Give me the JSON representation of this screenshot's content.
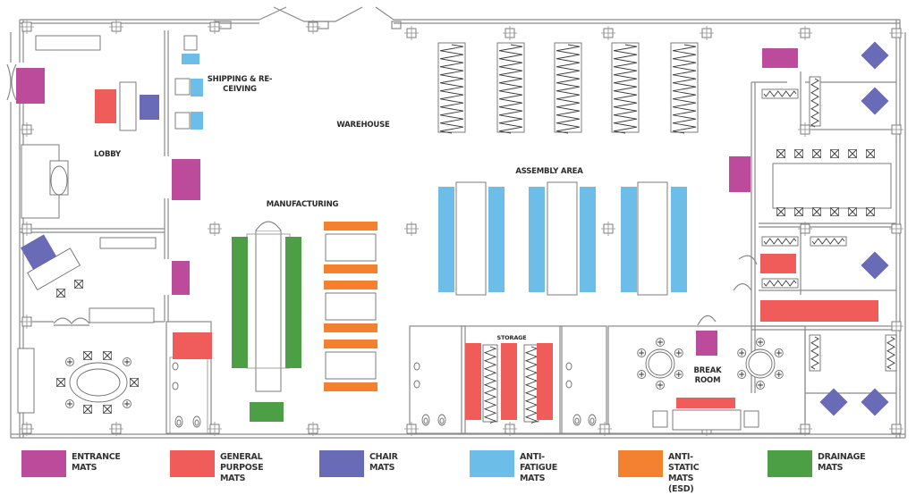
{
  "diagram": {
    "type": "floor-plan",
    "colors": {
      "entrance": "#bc4b9c",
      "general_purpose": "#ef5c5a",
      "chair": "#6a6bb6",
      "anti_fatigue": "#6cbde8",
      "anti_static": "#f3812f",
      "drainage": "#4d9f45",
      "wall": "#8a8a8a"
    },
    "rooms": [
      {
        "id": "lobby",
        "label": "LOBBY"
      },
      {
        "id": "shipping",
        "label": "SHIPPING & RE-\nCEIVING"
      },
      {
        "id": "warehouse",
        "label": "WAREHOUSE"
      },
      {
        "id": "manufacturing",
        "label": "MANUFACTURING"
      },
      {
        "id": "assembly",
        "label": "ASSEMBLY AREA"
      },
      {
        "id": "storage",
        "label": "STORAGE"
      },
      {
        "id": "breakroom",
        "label": "BREAK\nROOM"
      }
    ],
    "mats": [
      {
        "type": "entrance",
        "room": "lobby-entry"
      },
      {
        "type": "general_purpose",
        "room": "lobby-reception"
      },
      {
        "type": "chair",
        "room": "lobby-reception"
      },
      {
        "type": "anti_fatigue",
        "room": "shipping"
      },
      {
        "type": "anti_fatigue",
        "room": "shipping"
      },
      {
        "type": "anti_fatigue",
        "room": "shipping"
      },
      {
        "type": "entrance",
        "room": "lobby-manufacturing-door"
      },
      {
        "type": "entrance",
        "room": "office-manufacturing-door"
      },
      {
        "type": "general_purpose",
        "room": "restroom-corridor"
      },
      {
        "type": "chair",
        "room": "office"
      },
      {
        "type": "drainage",
        "room": "manufacturing"
      },
      {
        "type": "drainage",
        "room": "manufacturing"
      },
      {
        "type": "drainage",
        "room": "manufacturing"
      },
      {
        "type": "anti_static",
        "room": "manufacturing"
      },
      {
        "type": "anti_fatigue",
        "room": "assembly"
      },
      {
        "type": "general_purpose",
        "room": "storage"
      },
      {
        "type": "entrance",
        "room": "breakroom"
      },
      {
        "type": "general_purpose",
        "room": "breakroom"
      },
      {
        "type": "entrance",
        "room": "east-office"
      },
      {
        "type": "entrance",
        "room": "conference"
      },
      {
        "type": "chair",
        "room": "east-offices"
      },
      {
        "type": "general_purpose",
        "room": "east-corridor"
      }
    ]
  },
  "legend": [
    {
      "key": "entrance",
      "label": "ENTRANCE MATS"
    },
    {
      "key": "general_purpose",
      "label": "GENERAL\nPURPOSE MATS"
    },
    {
      "key": "chair",
      "label": "CHAIR MATS"
    },
    {
      "key": "anti_fatigue",
      "label": "ANTI-FATIGUE\nMATS"
    },
    {
      "key": "anti_static",
      "label": "ANTI-STATIC\nMATS (ESD)"
    },
    {
      "key": "drainage",
      "label": "DRAINAGE MATS"
    }
  ]
}
